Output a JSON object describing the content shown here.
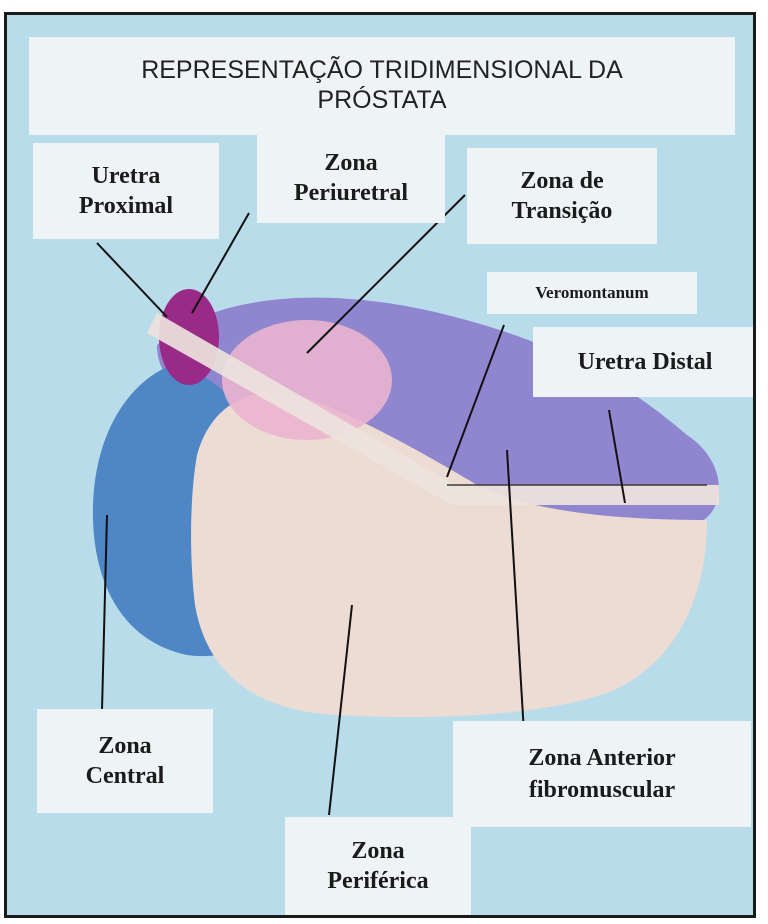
{
  "title": {
    "line1": "REPRESENTAÇÃO TRIDIMENSIONAL DA",
    "line2": "PRÓSTATA"
  },
  "labels": {
    "uretra_proximal": [
      "Uretra",
      "Proximal"
    ],
    "zona_periuretral": [
      "Zona",
      "Periuretral"
    ],
    "zona_transicao": [
      "Zona de",
      "Transição"
    ],
    "veromontanum": "Veromontanum",
    "uretra_distal": "Uretra Distal",
    "zona_central": [
      "Zona",
      "Central"
    ],
    "zona_anterior": [
      "Zona Anterior",
      "fibromuscular"
    ],
    "zona_periferica": [
      "Zona",
      "Periférica"
    ]
  },
  "colors": {
    "background": "#b9dcea",
    "label_box": "#eef4f5",
    "zona_anterior": "#8f86cf",
    "zona_central": "#4f86c5",
    "zona_periferica": "#eddcd4",
    "zona_transicao": "#eab4cf",
    "zona_periuretral": "#9a2a88",
    "urethra": "#ede2dc"
  }
}
